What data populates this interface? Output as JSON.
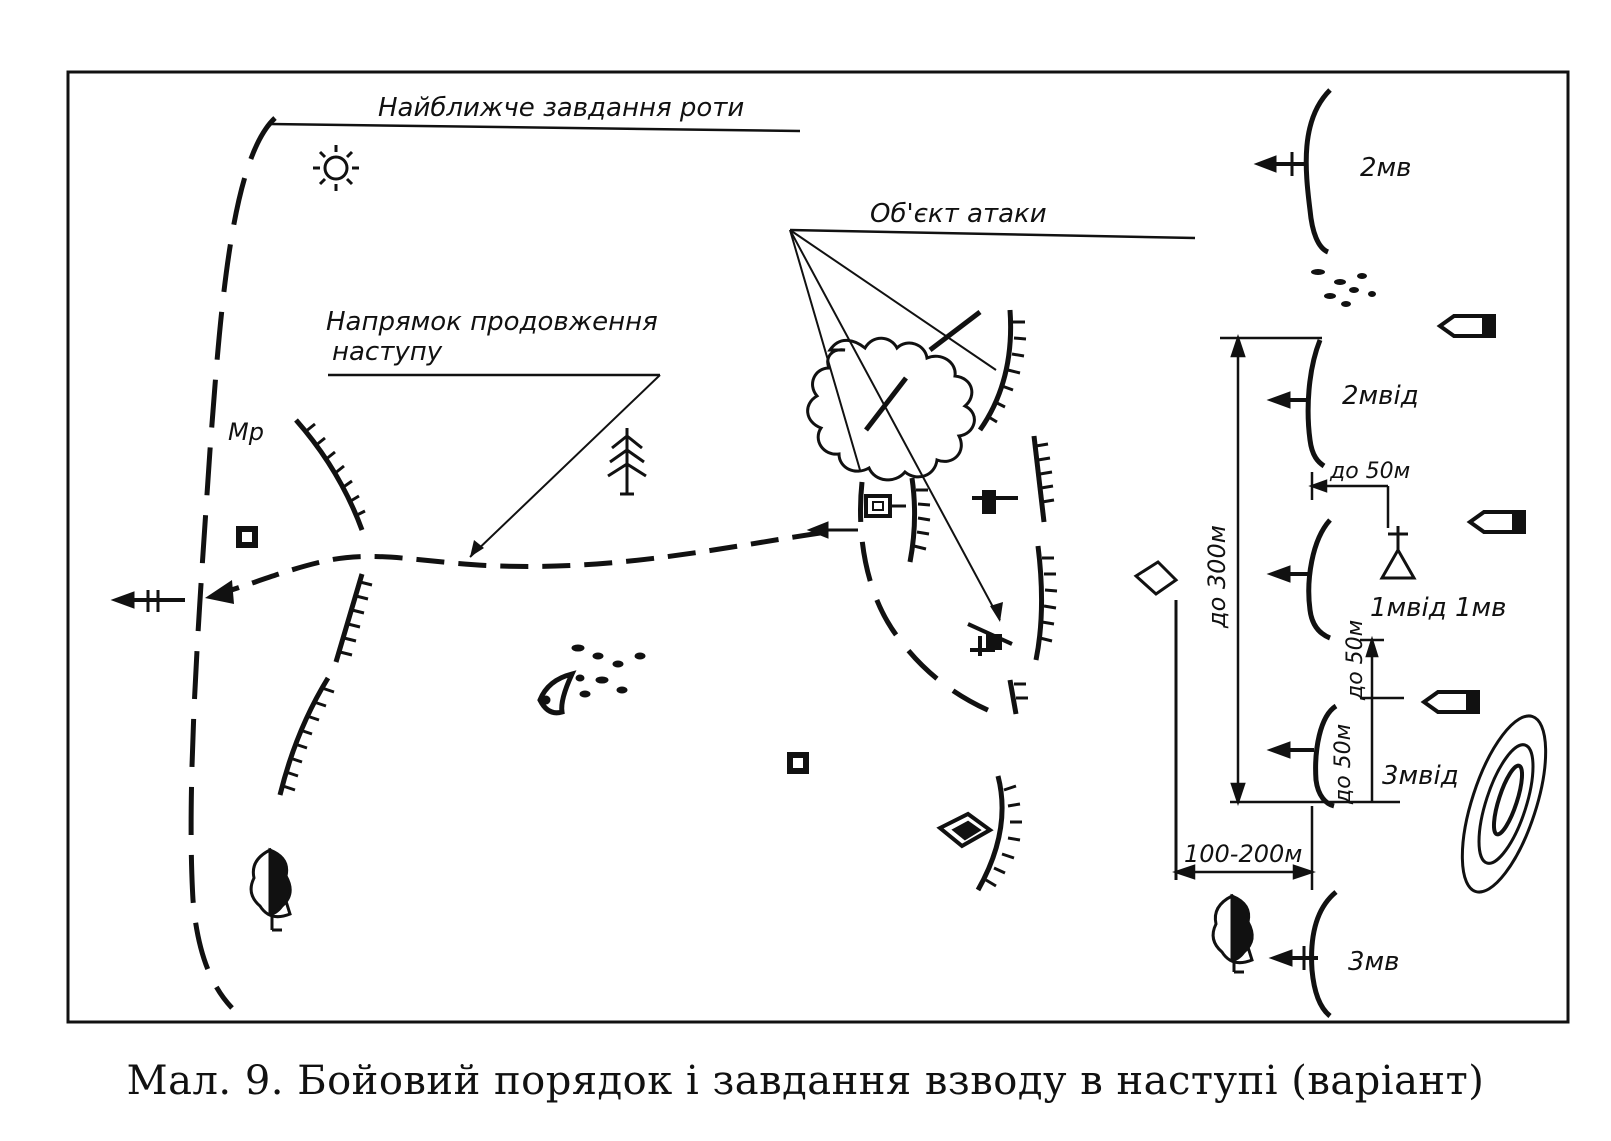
{
  "labels": {
    "company_task": "Найближче завдання роти",
    "attack_object": "Об'єкт атаки",
    "continue_direction_l1": "Напрямок продовження",
    "continue_direction_l2": "наступу",
    "mr": "Мр",
    "unit_2mv_top": "2мв",
    "unit_2mvid": "2мвід",
    "unit_1mvid_1mv": "1мвід 1мв",
    "unit_3mvid": "3мвід",
    "unit_3mv_bottom": "3мв",
    "dist_50_top": "до 50м",
    "dist_50_mid": "до 50м",
    "dist_50_low": "до 50м",
    "dist_300": "до 300м",
    "dist_100_200": "100-200м"
  },
  "caption": "Мал. 9. Бойовий порядок і завдання взводу в наступі (варіант)",
  "colors": {
    "ink": "#111111",
    "paper": "#ffffff"
  }
}
